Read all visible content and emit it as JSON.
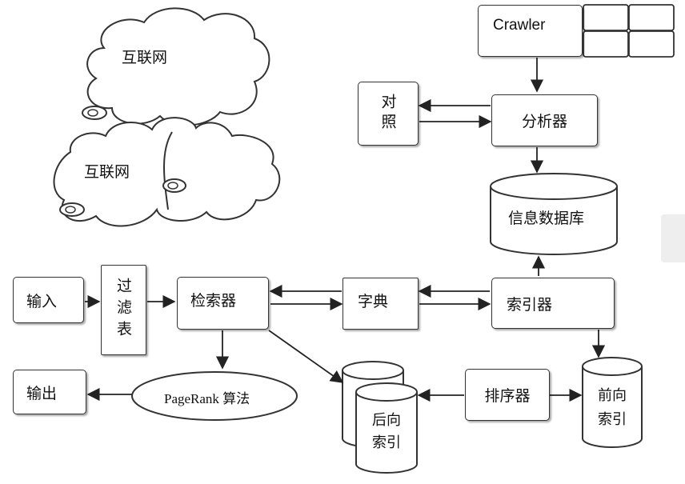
{
  "diagram": {
    "internet_cloud_1": "互联网",
    "internet_cloud_2": "互联网",
    "crawler": "Crawler",
    "compare": "对照",
    "analyzer": "分析器",
    "info_db": "信息数据库",
    "input": "输入",
    "filter_table": "过滤表",
    "searcher": "检索器",
    "dictionary": "字典",
    "indexer": "索引器",
    "output": "输出",
    "pagerank": "PageRank 算法",
    "inverted_index": "后向索引",
    "sorter": "排序器",
    "forward_index": "前向索引"
  }
}
